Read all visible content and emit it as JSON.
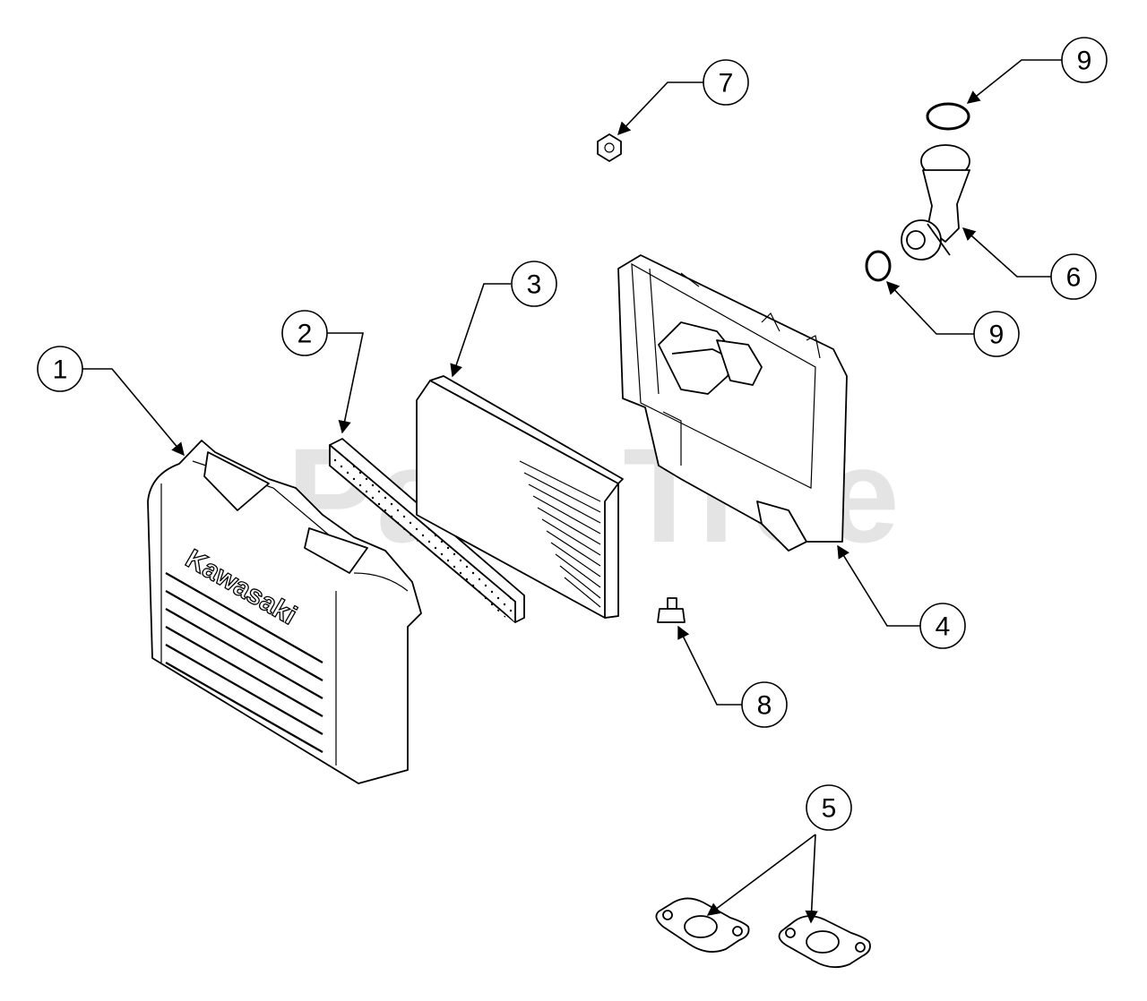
{
  "watermark": {
    "text": "PartsTree",
    "tm": "™"
  },
  "logo": "Kawasaki",
  "callouts": [
    {
      "id": "callout-1",
      "number": "1"
    },
    {
      "id": "callout-2",
      "number": "2"
    },
    {
      "id": "callout-3",
      "number": "3"
    },
    {
      "id": "callout-4",
      "number": "4"
    },
    {
      "id": "callout-5",
      "number": "5"
    },
    {
      "id": "callout-6",
      "number": "6"
    },
    {
      "id": "callout-7",
      "number": "7"
    },
    {
      "id": "callout-8",
      "number": "8"
    },
    {
      "id": "callout-9a",
      "number": "9"
    },
    {
      "id": "callout-9b",
      "number": "9"
    }
  ]
}
